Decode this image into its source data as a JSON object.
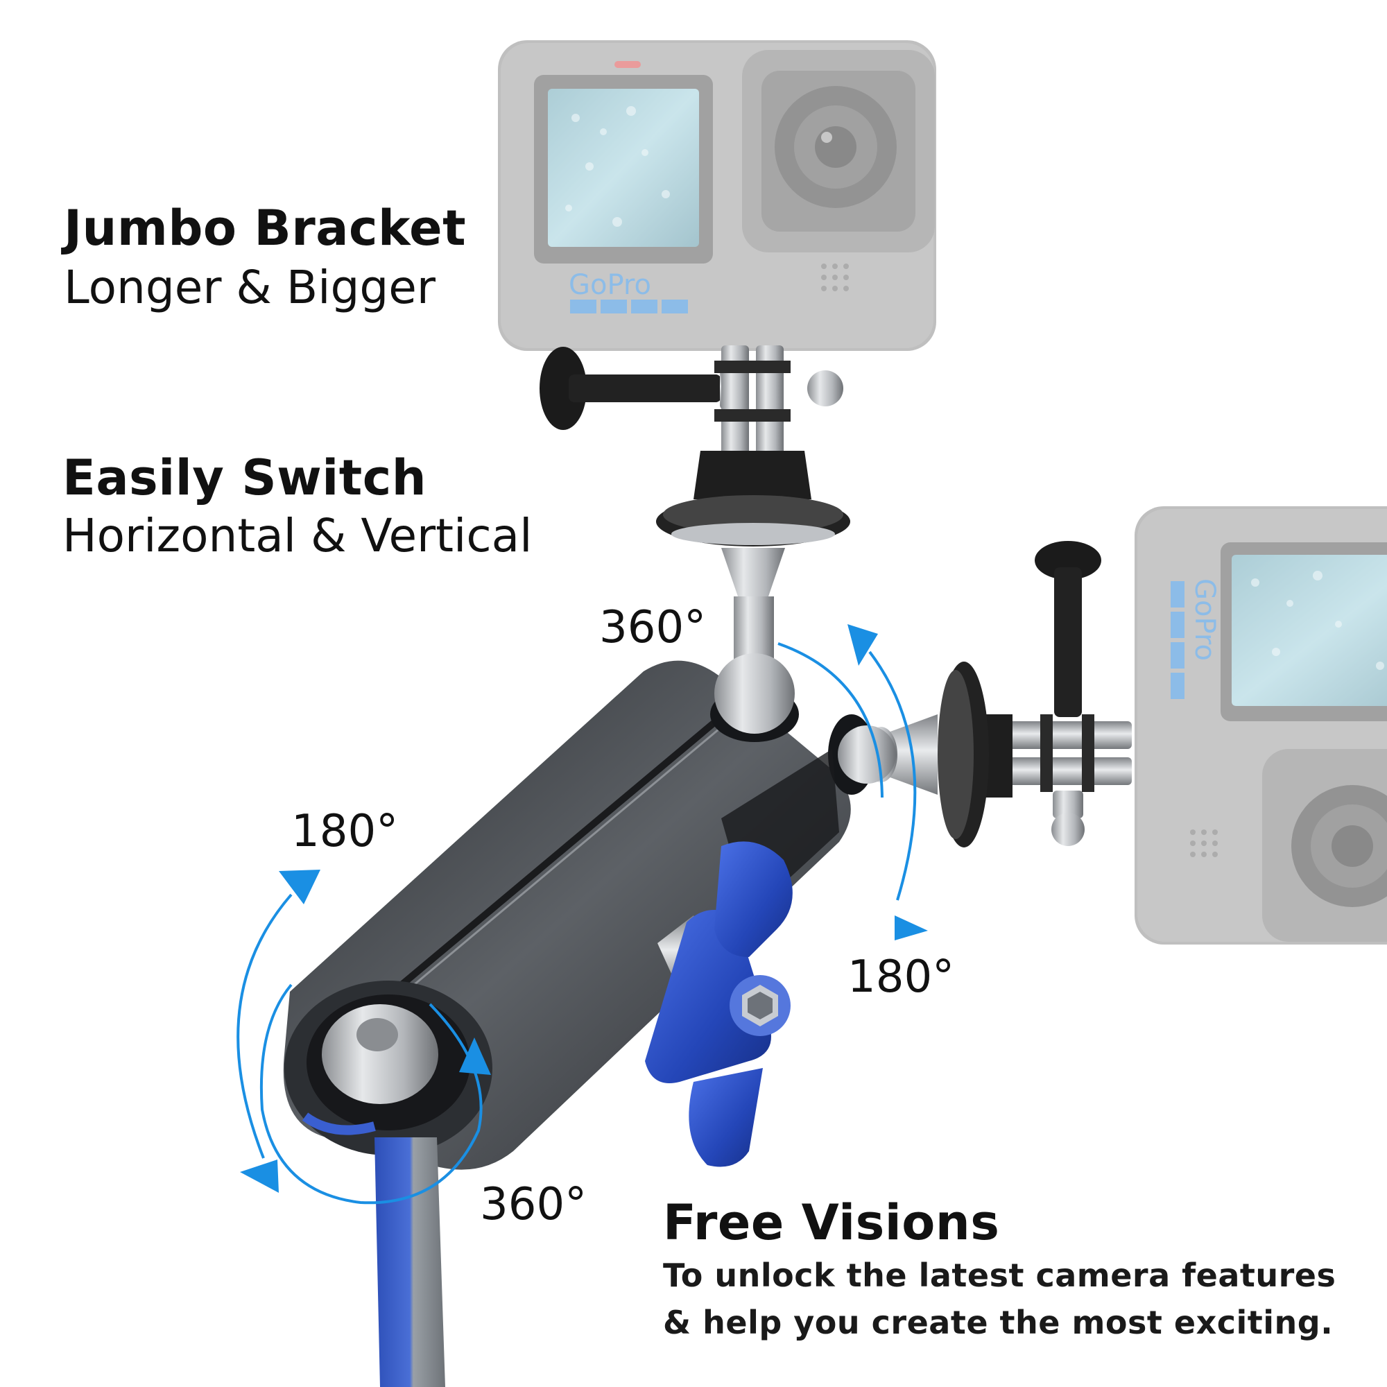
{
  "features": {
    "jumbo": {
      "title": "Jumbo Bracket",
      "subtitle": "Longer & Bigger"
    },
    "switch": {
      "title": "Easily Switch",
      "subtitle": "Horizontal & Vertical"
    },
    "free": {
      "title": "Free Visions",
      "line1": "To unlock the latest camera features",
      "line2": "& help you create the most exciting."
    }
  },
  "rotations": {
    "top_ball": "360°",
    "side_ball": "180°",
    "clamp_tilt": "180°",
    "clamp_spin": "360°"
  },
  "camera": {
    "brand": "GoPro"
  },
  "colors": {
    "arrow_blue": "#1a8fe3",
    "knob_blue": "#2c4fc4",
    "camera_grey": "#b9b9b9",
    "clamp_dark": "#3c4045"
  }
}
